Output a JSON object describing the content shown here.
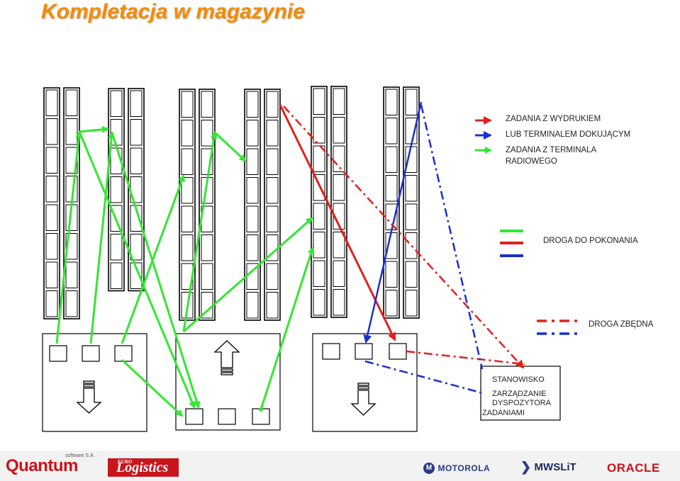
{
  "title": "Kompletacja w magazynie",
  "legend": {
    "task_printout": "ZADANIA Z WYDRUKIEM",
    "task_terminal": "LUB TERMINALEM DOKUJĄCYM",
    "task_radio_1": "ZADANIA  Z TERMINALA",
    "task_radio_2": "RADIOWEGO",
    "path_required": "DROGA DO POKONANIA",
    "path_redundant": "DROGA ZBĘDNA"
  },
  "station": {
    "line1": "STANOWISKO",
    "line2": "ZARZĄDZANIE",
    "line3": "DYSPOZYTORA",
    "line4": "ZADANIAMI"
  },
  "footer": {
    "quantum": "Quantum",
    "quantum_sub": "software S.A.",
    "euro": "EURO",
    "logistics": "Logistics",
    "motorola": "MOTOROLA",
    "mwslit": "MWSLiT",
    "oracle": "ORACLE"
  },
  "colors": {
    "title": "#f28c00",
    "green": "#33e633",
    "red": "#e0201c",
    "blue": "#1a2fd0",
    "logo_red": "#d0101a"
  }
}
